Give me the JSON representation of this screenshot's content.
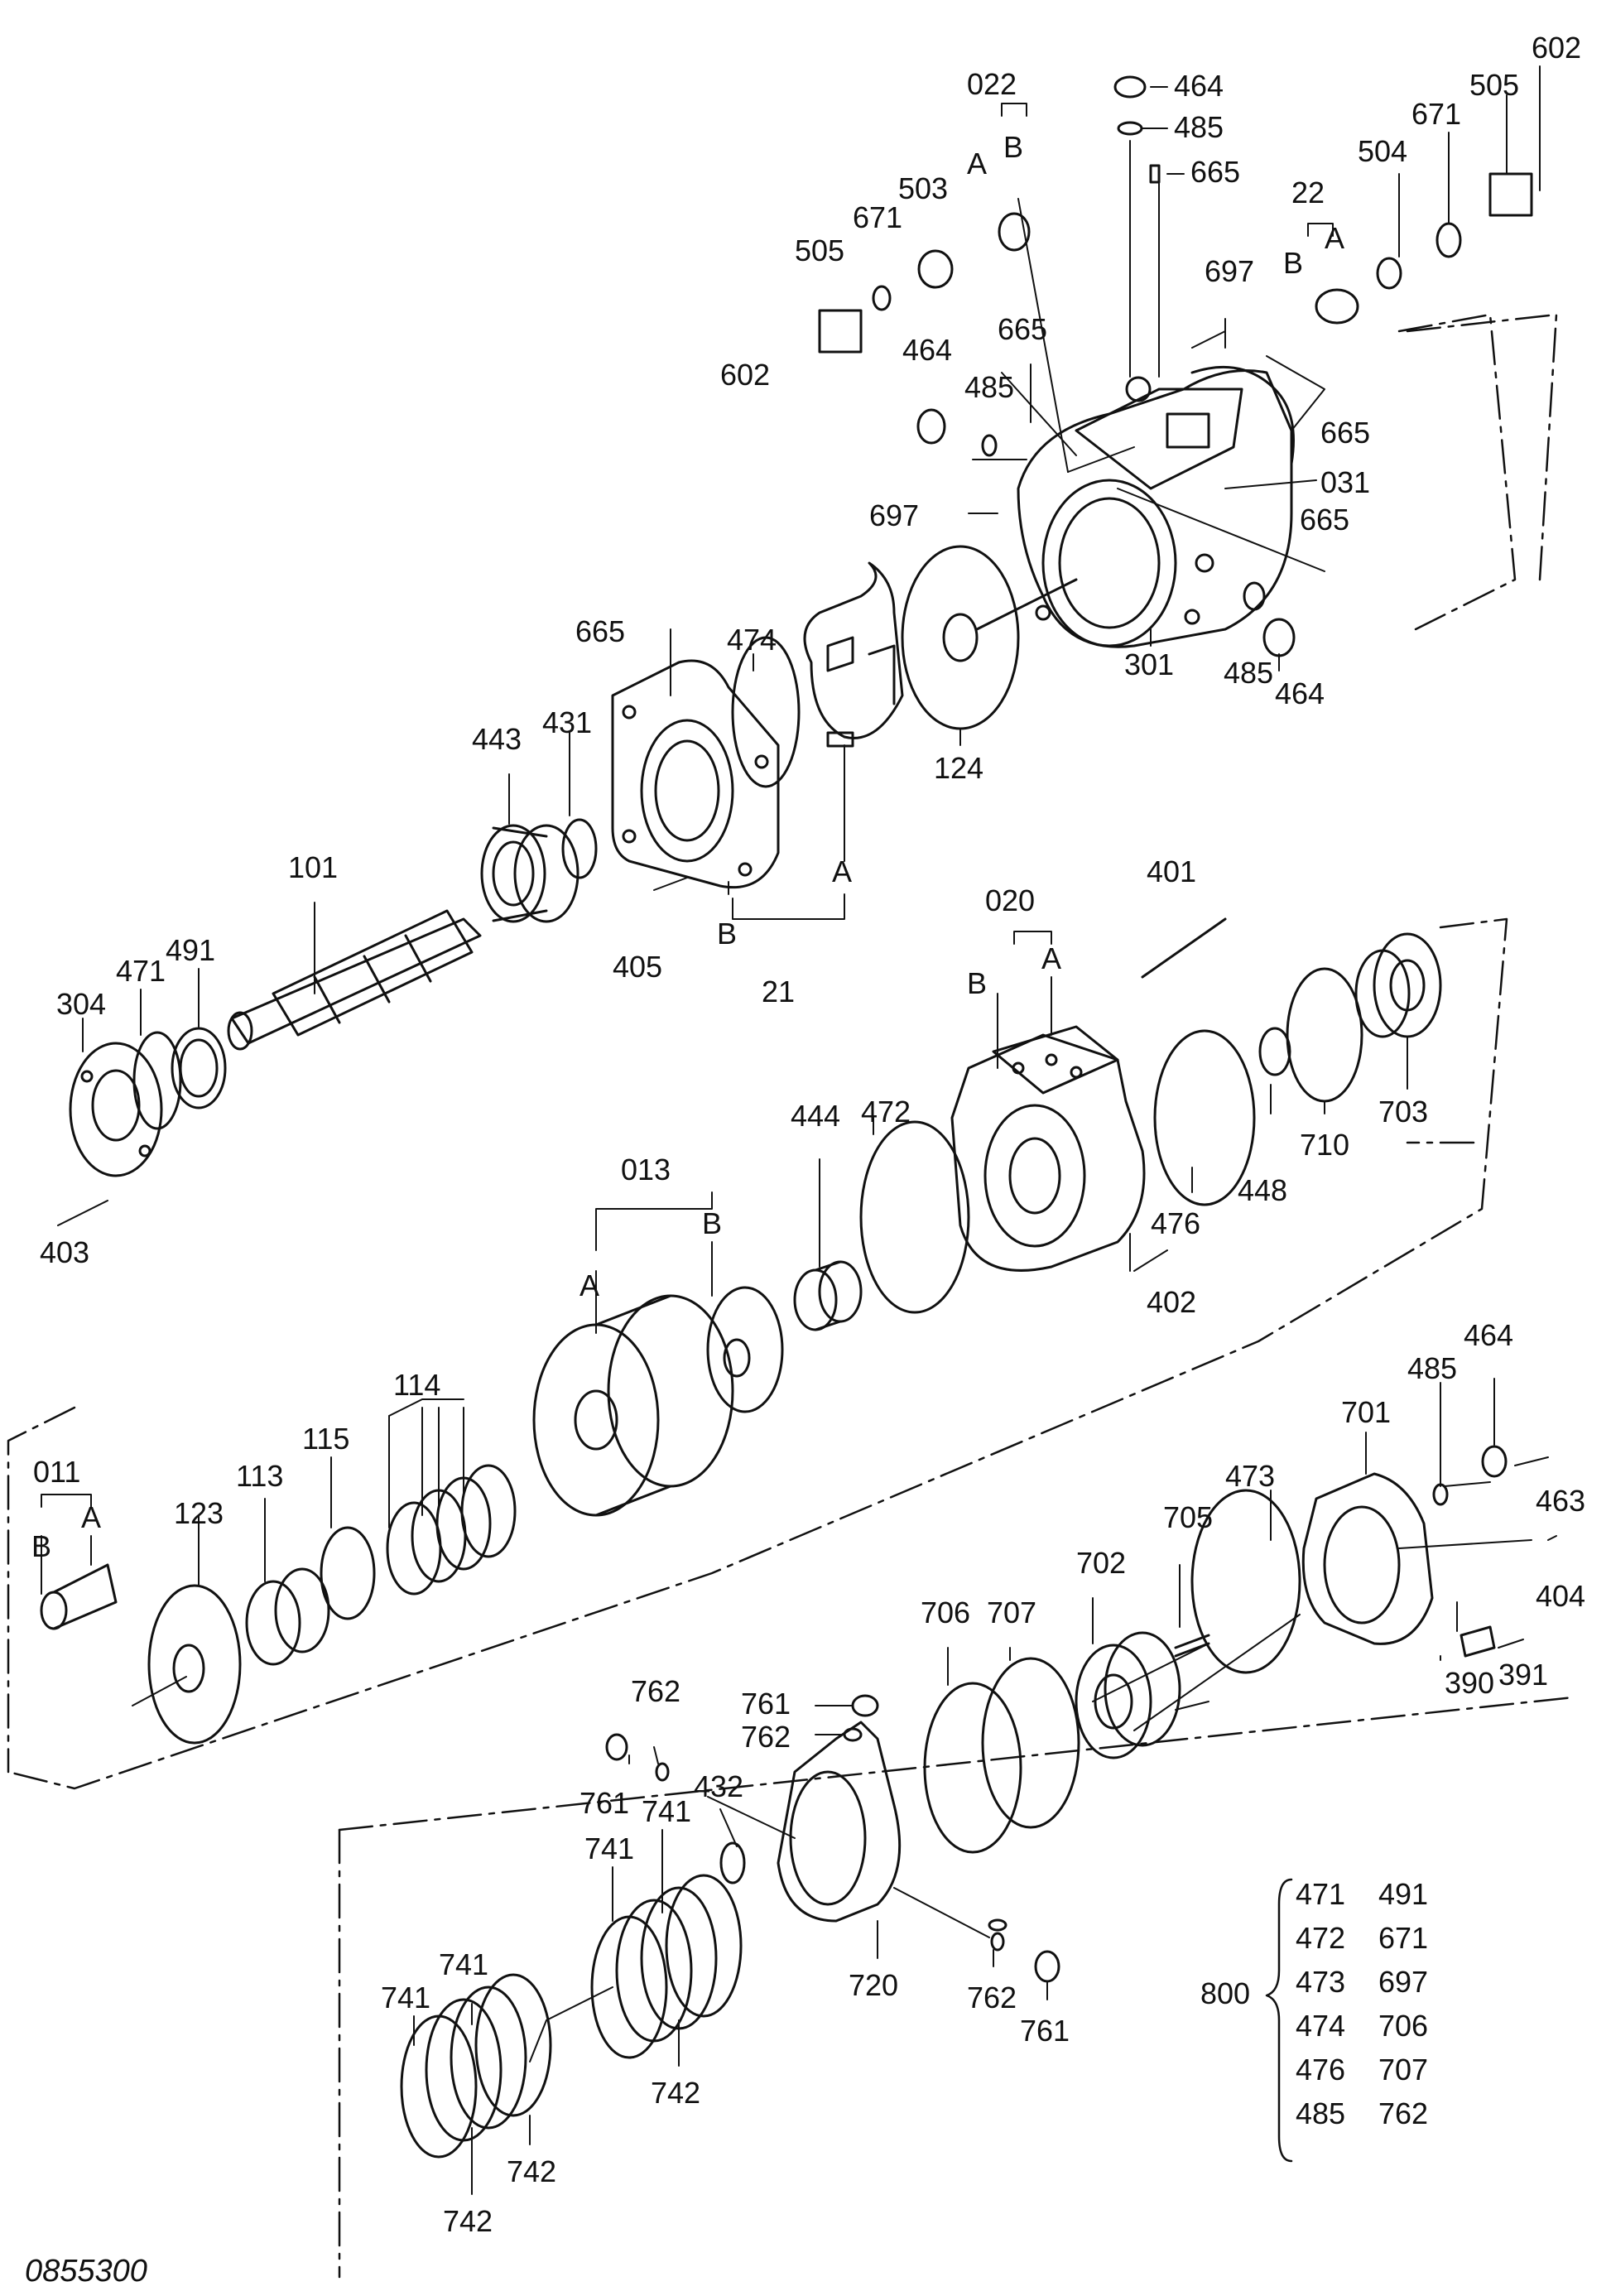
{
  "figure_id": "0855300",
  "colors": {
    "ink": "#111111",
    "paper": "#ffffff"
  },
  "labels": {
    "022": "022",
    "022a": "A",
    "022b": "B",
    "464a": "464",
    "485a": "485",
    "665a": "665",
    "602a": "602",
    "505a": "505",
    "671a": "671",
    "503": "503",
    "671b": "671",
    "505b": "505",
    "602b": "602",
    "22": "22",
    "22a": "A",
    "22b": "B",
    "504": "504",
    "697a": "697",
    "665b": "665",
    "464b": "464",
    "485b": "485",
    "665c": "665",
    "031": "031",
    "697b": "697",
    "665d": "665",
    "485c": "485",
    "464c": "464",
    "301": "301",
    "665e": "665",
    "474": "474",
    "124": "124",
    "443": "443",
    "431": "431",
    "101": "101",
    "405": "405",
    "21b": "B",
    "21a": "A",
    "21": "21",
    "491": "491",
    "471": "471",
    "304": "304",
    "403": "403",
    "020": "020",
    "020a": "A",
    "020b": "B",
    "401": "401",
    "472": "472",
    "444": "444",
    "476": "476",
    "448": "448",
    "710": "710",
    "703": "703",
    "402": "402",
    "013": "013",
    "013a": "A",
    "013b": "B",
    "114": "114",
    "115": "115",
    "113": "113",
    "123": "123",
    "011": "011",
    "011a": "A",
    "011b": "B",
    "464d": "464",
    "485d": "485",
    "701": "701",
    "463": "463",
    "404": "404",
    "473": "473",
    "705": "705",
    "702": "702",
    "707": "707",
    "706": "706",
    "390": "390",
    "391": "391",
    "761a": "761",
    "762a": "762",
    "762b": "762",
    "761b": "761",
    "432": "432",
    "741a": "741",
    "741b": "741",
    "720": "720",
    "762c": "762",
    "761c": "761",
    "742a": "742",
    "741c": "741",
    "741d": "741",
    "742b": "742",
    "742c": "742"
  },
  "kit": {
    "code": "800",
    "parts": [
      [
        "471",
        "491"
      ],
      [
        "472",
        "671"
      ],
      [
        "473",
        "697"
      ],
      [
        "474",
        "706"
      ],
      [
        "476",
        "707"
      ],
      [
        "485",
        "762"
      ]
    ]
  }
}
